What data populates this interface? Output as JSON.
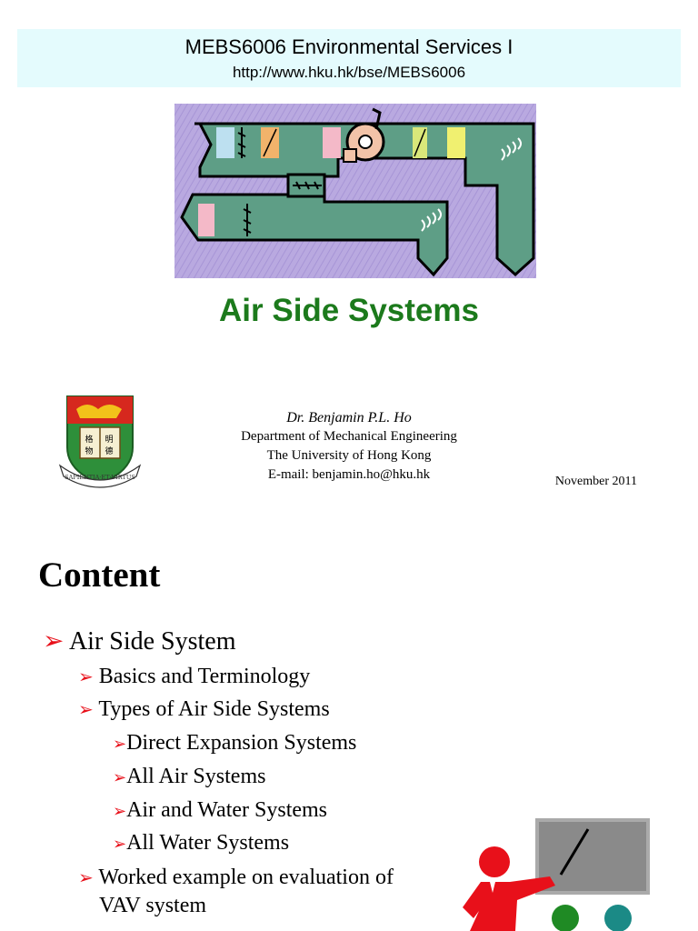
{
  "header": {
    "title": "MEBS6006 Environmental Services I",
    "url": "http://www.hku.hk/bse/MEBS6006"
  },
  "slide_title": "Air Side Systems",
  "crest_motto": "SAPIENTIA ET VIRTUS",
  "author": {
    "name": "Dr. Benjamin P.L. Ho",
    "department": "Department of Mechanical Engineering",
    "university": "The University of Hong Kong",
    "email": "E-mail: benjamin.ho@hku.hk"
  },
  "date": "November 2011",
  "content": {
    "heading": "Content",
    "bullet_symbol": "➢",
    "items": [
      {
        "label": "Air Side System"
      },
      {
        "label": "Basics and Terminology"
      },
      {
        "label": "Types of Air Side Systems"
      },
      {
        "label": "Direct Expansion Systems"
      },
      {
        "label": "All Air Systems"
      },
      {
        "label": "Air and Water Systems"
      },
      {
        "label": "All Water Systems"
      },
      {
        "label": "Worked example on evaluation of"
      },
      {
        "label": "VAV system"
      }
    ]
  },
  "colors": {
    "title_green": "#1c7a1c",
    "bullet_red": "#e8101a",
    "header_band": "#e4fbfd"
  }
}
